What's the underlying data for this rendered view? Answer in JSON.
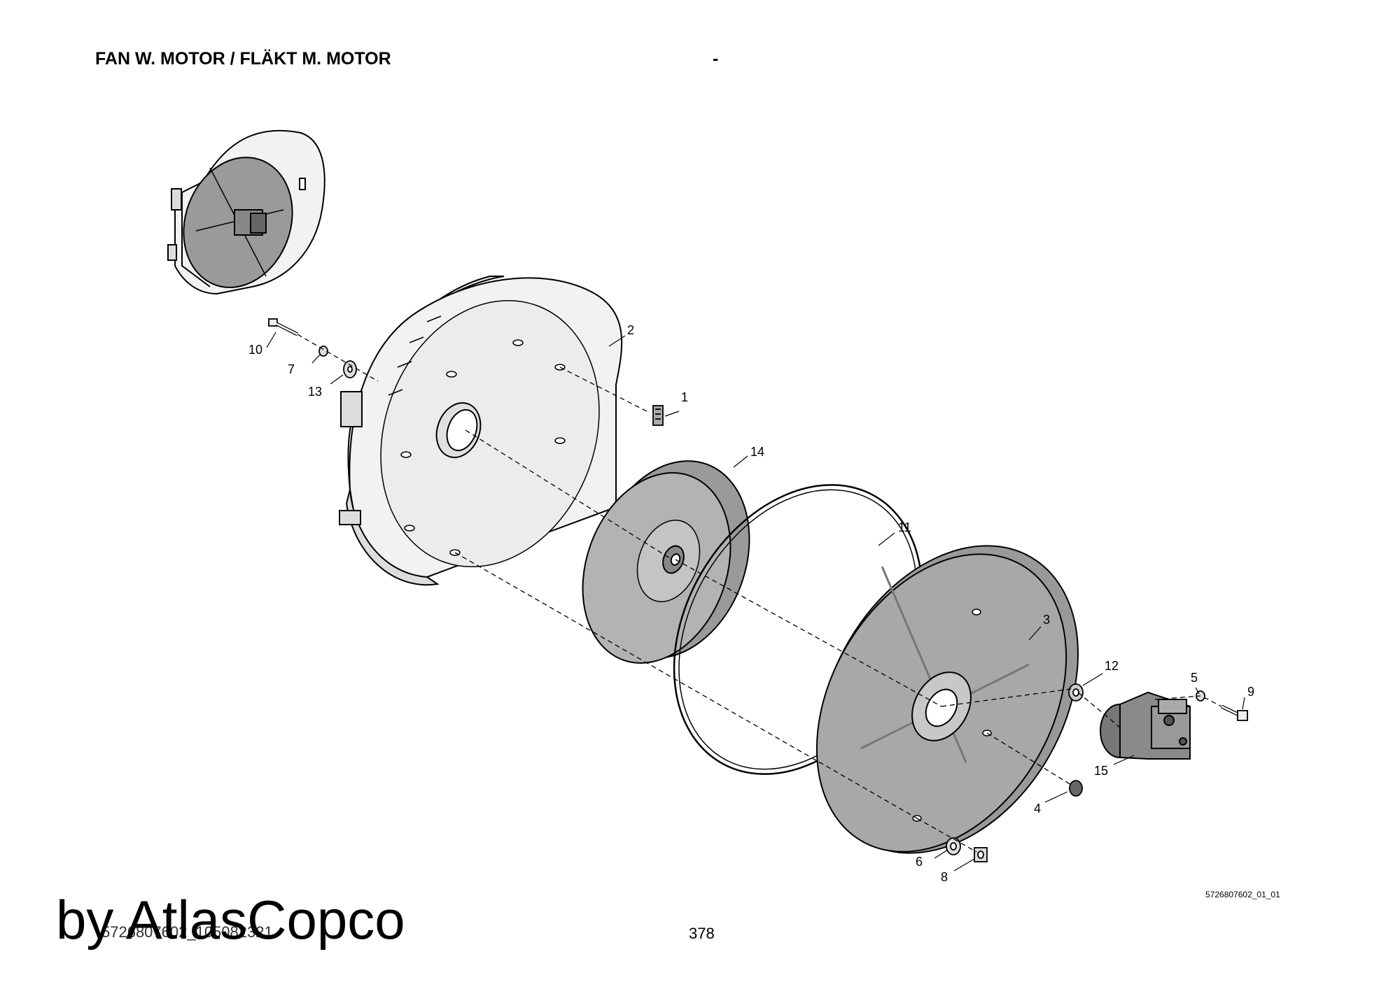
{
  "header": {
    "title": "FAN W. MOTOR / FLÄKT M. MOTOR",
    "dash": "-"
  },
  "diagram": {
    "callouts": [
      {
        "id": "c1",
        "label": "1"
      },
      {
        "id": "c2",
        "label": "2"
      },
      {
        "id": "c3",
        "label": "3"
      },
      {
        "id": "c4",
        "label": "4"
      },
      {
        "id": "c5",
        "label": "5"
      },
      {
        "id": "c6",
        "label": "6"
      },
      {
        "id": "c7",
        "label": "7"
      },
      {
        "id": "c8",
        "label": "8"
      },
      {
        "id": "c9",
        "label": "9"
      },
      {
        "id": "c10",
        "label": "10"
      },
      {
        "id": "c11",
        "label": "11"
      },
      {
        "id": "c12",
        "label": "12"
      },
      {
        "id": "c13",
        "label": "13"
      },
      {
        "id": "c14",
        "label": "14"
      },
      {
        "id": "c15",
        "label": "15"
      }
    ],
    "drawing_code": "5726807602_01_01"
  },
  "footer": {
    "doc_ref": "5726807602_105082321",
    "page_number": "378",
    "watermark": "by AtlasCopco"
  },
  "colors": {
    "housing_fill": "#f2f2f2",
    "wheel_fill": "#9a9a9a",
    "plate_fill": "#a8a8a8",
    "line": "#000000"
  }
}
